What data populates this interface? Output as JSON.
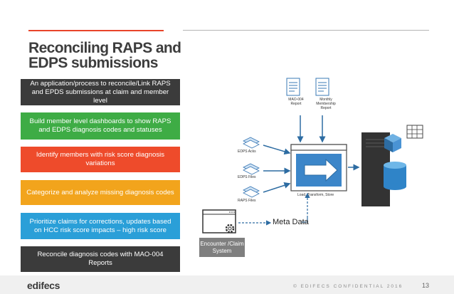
{
  "title": "Reconciling RAPS and EDPS submissions",
  "boxes": [
    {
      "text": "An application/process to reconcile/Link RAPS and EPDS submissions at claim and member level",
      "color": "#3b3b3b"
    },
    {
      "text": "Build member level dashboards to show RAPS and EDPS diagnosis codes and statuses",
      "color": "#3eac45"
    },
    {
      "text": "Identify members with risk score diagnosis variations",
      "color": "#ee4b2b"
    },
    {
      "text": "Categorize and analyze missing diagnosis codes",
      "color": "#f2a41c"
    },
    {
      "text": "Prioritize claims for corrections, updates based on HCC risk score impacts – high risk score",
      "color": "#2a9fd8"
    },
    {
      "text": "Reconcile diagnosis codes with MAO-004 Reports",
      "color": "#3b3b3b"
    }
  ],
  "diagram": {
    "mao_report": "MAO-004 Report",
    "monthly_report": "Monthly Membership Report",
    "edps_acks": "EDPS Acks",
    "edps_files": "EDPS Files",
    "raps_files": "RAPS Files",
    "etl": "Load, Transform, Store",
    "meta_data": "Meta Data",
    "encounter": "Encounter /Claim System"
  },
  "footer": {
    "logo": "edifecs",
    "confidential": "© EDIFECS CONFIDENTIAL 2016",
    "page_number": "13"
  }
}
